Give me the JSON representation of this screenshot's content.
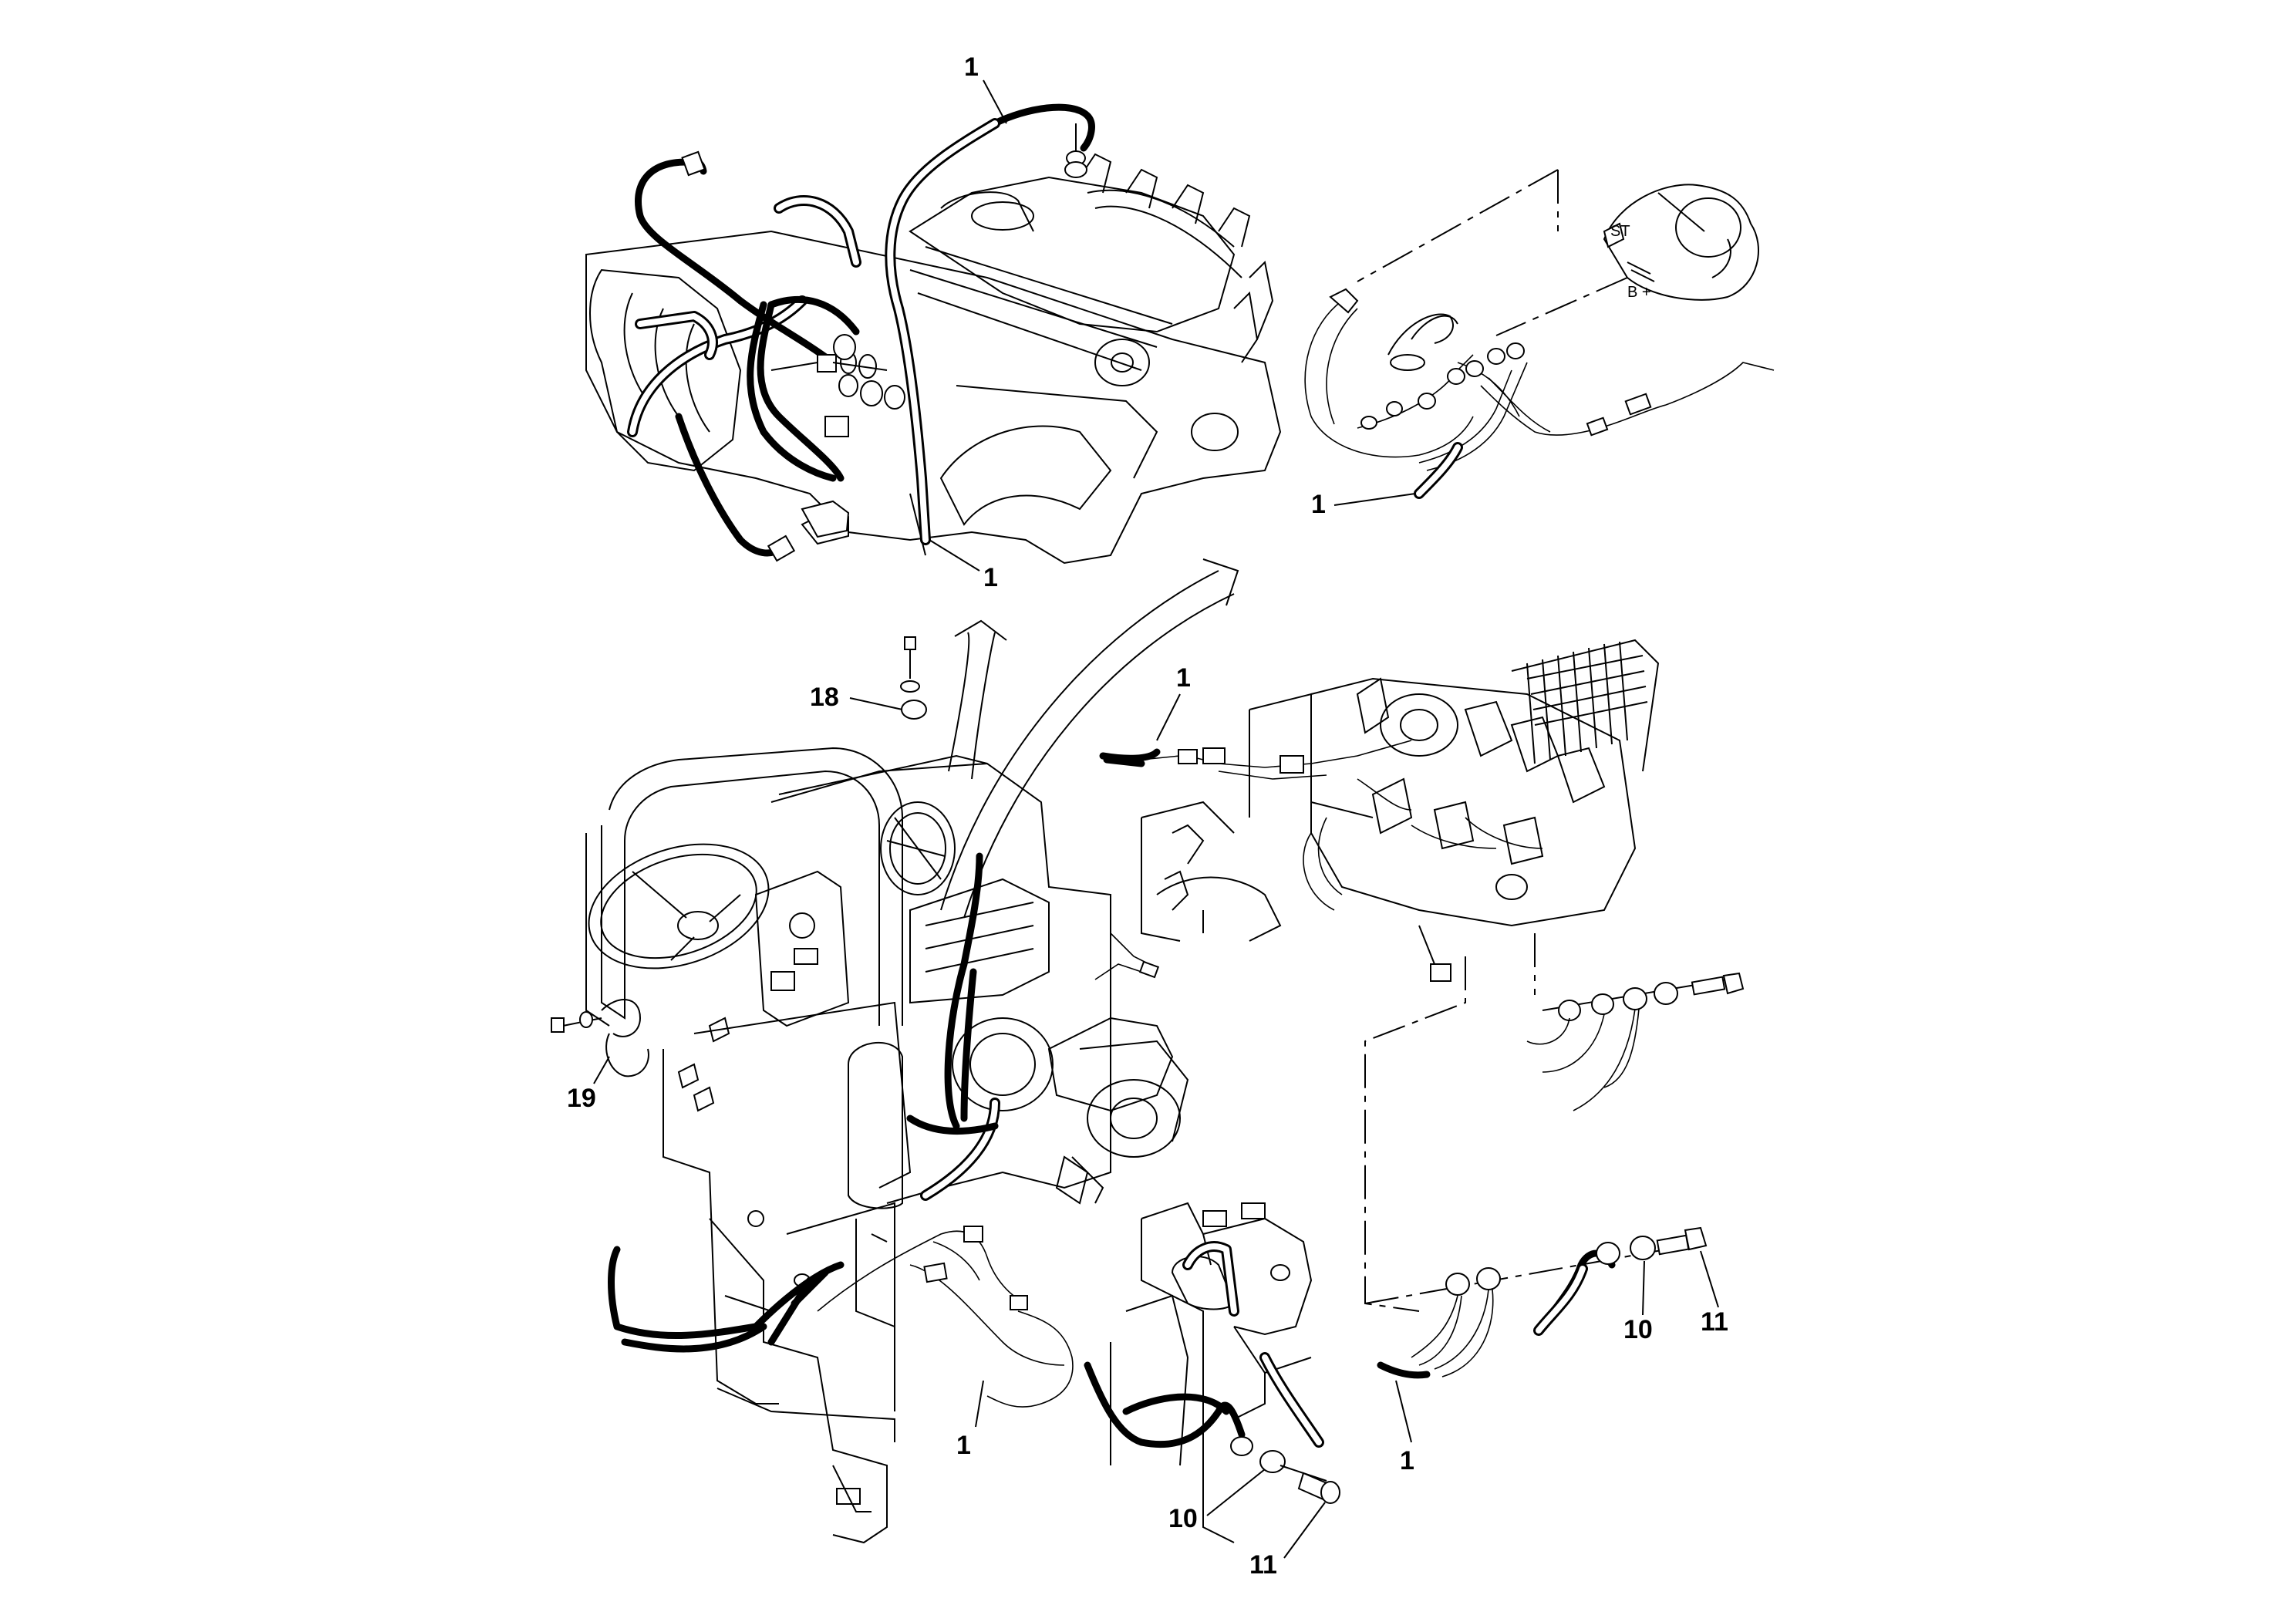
{
  "callouts": {
    "c1_top": "1",
    "c1_engine_right": "1",
    "c1_starter": "1",
    "c18": "18",
    "c1_mid": "1",
    "c19": "19",
    "c1_bottom_left": "1",
    "c10_bottom": "10",
    "c11_bottom": "11",
    "c1_bottom_right": "1",
    "c10_right": "10",
    "c11_right": "11"
  },
  "starter_terminals": {
    "st": "ST",
    "b_plus": "B +"
  }
}
